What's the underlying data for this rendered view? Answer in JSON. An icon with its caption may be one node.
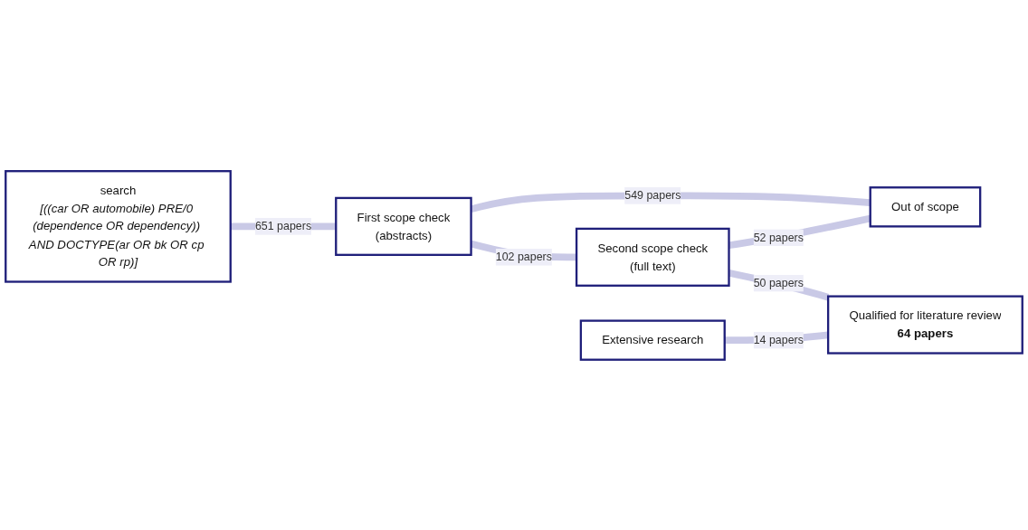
{
  "diagram": {
    "nodes": [
      {
        "text": [
          "Out of scope"
        ]
      },
      {
        "text": [
          "search",
          "[((car OR automobile) PRE/0 (dependence OR dependency)) AND DOCTYPE(ar OR bk OR cp OR rp)]"
        ]
      },
      {
        "text": [
          "First scope check",
          "(abstracts)"
        ]
      },
      {
        "text": [
          "Second scope check",
          "(full text)"
        ]
      },
      {
        "text": [
          "Extensive research"
        ]
      },
      {
        "text": [
          "Qualified for literature review",
          "64 papers"
        ]
      }
    ],
    "edges": [
      {
        "from": 1,
        "to": 2,
        "arrow": "none",
        "label": "651 papers"
      },
      {
        "from": 2,
        "to": 0,
        "arrow": "none",
        "label": "549 papers"
      },
      {
        "from": 2,
        "to": 3,
        "arrow": "none",
        "label": "102 papers"
      },
      {
        "from": 3,
        "to": 0,
        "arrow": "none",
        "label": "52 papers"
      },
      {
        "from": 3,
        "to": 5,
        "arrow": "none",
        "label": "50 papers"
      },
      {
        "from": 4,
        "to": 5,
        "arrow": "none",
        "label": "14 papers"
      }
    ]
  }
}
